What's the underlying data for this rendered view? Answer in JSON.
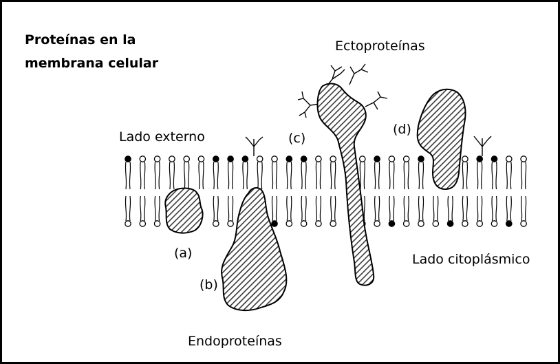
{
  "title": {
    "line1": "Proteínas en la",
    "line2": "membrana celular"
  },
  "labels": {
    "ectoproteins": "Ectoproteínas",
    "endoproteins": "Endoproteínas",
    "outer_side": "Lado externo",
    "cytoplasmic_side": "Lado citoplásmico",
    "a": "(a)",
    "b": "(b)",
    "c": "(c)",
    "d": "(d)"
  },
  "colors": {
    "ink": "#000000",
    "background": "#ffffff",
    "hatch_fill": "#5a5a5a"
  }
}
